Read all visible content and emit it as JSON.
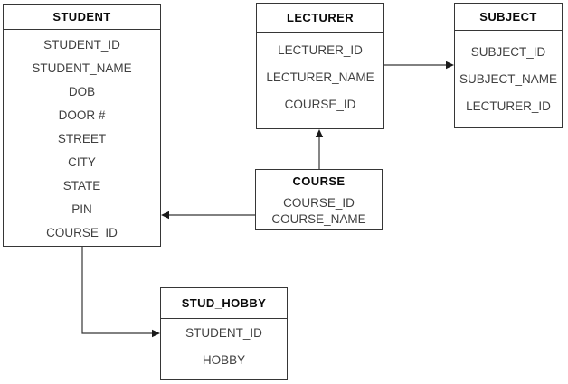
{
  "diagram": {
    "tables": [
      {
        "name": "STUDENT",
        "fields": [
          "STUDENT_ID",
          "STUDENT_NAME",
          "DOB",
          "DOOR #",
          "STREET",
          "CITY",
          "STATE",
          "PIN",
          "COURSE_ID"
        ]
      },
      {
        "name": "LECTURER",
        "fields": [
          "LECTURER_ID",
          "LECTURER_NAME",
          "COURSE_ID"
        ]
      },
      {
        "name": "SUBJECT",
        "fields": [
          "SUBJECT_ID",
          "SUBJECT_NAME",
          "LECTURER_ID"
        ]
      },
      {
        "name": "COURSE",
        "fields": [
          "COURSE_ID",
          "COURSE_NAME"
        ]
      },
      {
        "name": "STUD_HOBBY",
        "fields": [
          "STUDENT_ID",
          "HOBBY"
        ]
      }
    ],
    "relationships": [
      {
        "from": "LECTURER",
        "to": "SUBJECT"
      },
      {
        "from": "COURSE",
        "to": "LECTURER"
      },
      {
        "from": "COURSE",
        "to": "STUDENT"
      },
      {
        "from": "STUDENT",
        "to": "STUD_HOBBY"
      }
    ],
    "colors": {
      "background": "#ffffff",
      "line": "#363636",
      "header_text": "#0a0a0a",
      "field_text": "#404040"
    }
  }
}
